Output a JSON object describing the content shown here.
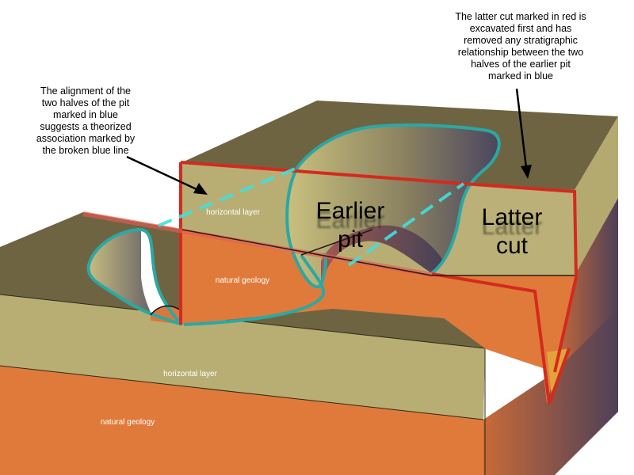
{
  "annotations": {
    "left_note": {
      "lines": [
        "The alignment of the",
        "two halves of the pit",
        "marked in  blue",
        "suggests a theorized",
        "association marked by",
        "the broken blue line"
      ]
    },
    "right_note": {
      "lines": [
        "The latter cut marked in red is",
        "excavated first and has",
        "removed any stratigraphic",
        "relationship between the two",
        "halves of the earlier pit",
        "marked in blue"
      ]
    }
  },
  "labels": {
    "earlier_pit_line1": "Earlier",
    "earlier_pit_line2": "pit",
    "latter_cut_line1": "Latter",
    "latter_cut_line2": "cut",
    "horizontal_layer_upper": "horizontal layer",
    "natural_geology_upper": "natural geology",
    "horizontal_layer_lower": "horizontal layer",
    "natural_geology_lower": "natural geology"
  },
  "colors": {
    "ground_surface": "#6f6442",
    "horizontal_layer": "#bcb27a",
    "natural_geology": "#e07a3a",
    "earlier_pit_outline": "#2ba8a4",
    "latter_cut_outline": "#d42a1e"
  }
}
